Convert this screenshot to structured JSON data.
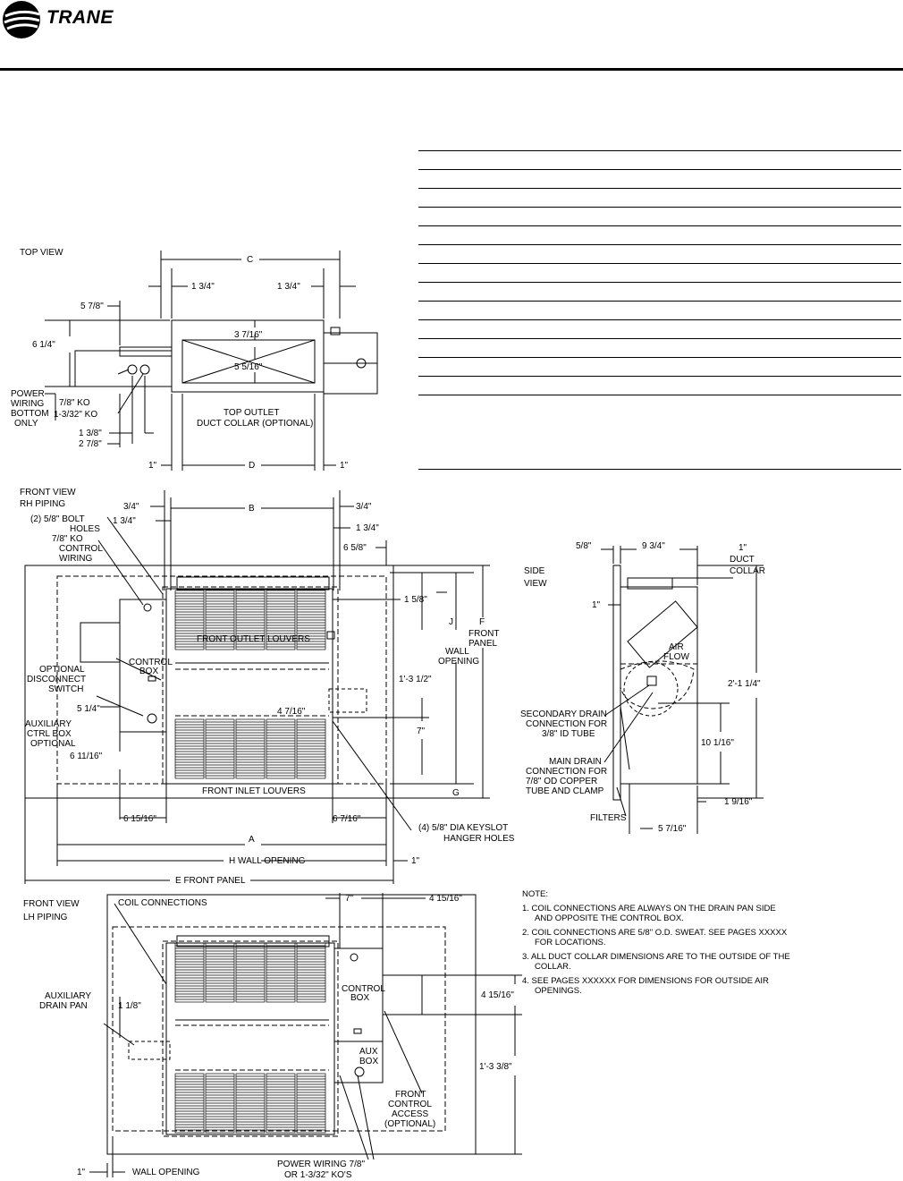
{
  "brand": {
    "name": "TRANE"
  },
  "table": {
    "row_lines": 13
  },
  "labels": {
    "top_view": "TOP VIEW",
    "front_view_rh": "FRONT VIEW",
    "rh_piping": "RH PIPING",
    "front_view_lh": "FRONT VIEW",
    "lh_piping": "LH PIPING",
    "side_view_1": "SIDE",
    "side_view_2": "VIEW",
    "power_wiring_1": "POWER",
    "power_wiring_2": "WIRING",
    "power_wiring_3": "BOTTOM",
    "power_wiring_4": "ONLY",
    "ko_78": "7/8\" KO",
    "ko_1332": "1-3/32\" KO",
    "top_outlet_1": "TOP OUTLET",
    "top_outlet_2": "DUCT COLLAR (OPTIONAL)",
    "bolt_holes_1": "(2) 5/8\" BOLT",
    "bolt_holes_2": "HOLES",
    "ko_control_1": "7/8\" KO",
    "ko_control_2": "CONTROL",
    "ko_control_3": "WIRING",
    "front_outlet_louvers": "FRONT OUTLET LOUVERS",
    "front_inlet_louvers": "FRONT INLET LOUVERS",
    "control_box_1": "CONTROL",
    "control_box_2": "BOX",
    "optional_disconnect_1": "OPTIONAL",
    "optional_disconnect_2": "DISCONNECT",
    "optional_disconnect_3": "SWITCH",
    "aux_ctrl_1": "AUXILIARY",
    "aux_ctrl_2": "CTRL BOX",
    "aux_ctrl_3": "OPTIONAL",
    "keyslot_1": "(4) 5/8\" DIA KEYSLOT",
    "keyslot_2": "HANGER HOLES",
    "j_wall_1": "J",
    "j_wall_2": "WALL",
    "j_wall_3": "OPENING",
    "f_front_1": "F",
    "f_front_2": "FRONT",
    "f_front_3": "PANEL",
    "h_wall_opening": "H WALL OPENING",
    "e_front_panel": "E FRONT PANEL",
    "duct_collar_1": "1\"",
    "duct_collar_2": "DUCT",
    "duct_collar_3": "COLLAR",
    "air_flow_1": "AIR",
    "air_flow_2": "FLOW",
    "secondary_drain_1": "SECONDARY DRAIN",
    "secondary_drain_2": "CONNECTION FOR",
    "secondary_drain_3": "3/8\" ID TUBE",
    "main_drain_1": "MAIN DRAIN",
    "main_drain_2": "CONNECTION FOR",
    "main_drain_3": "7/8\" OD COPPER",
    "main_drain_4": "TUBE AND CLAMP",
    "filters": "FILTERS",
    "coil_connections": "COIL CONNECTIONS",
    "aux_drain_1": "AUXILIARY",
    "aux_drain_2": "DRAIN PAN",
    "aux_box_1": "AUX",
    "aux_box_2": "BOX",
    "front_control_1": "FRONT",
    "front_control_2": "CONTROL",
    "front_control_3": "ACCESS",
    "front_control_4": "(OPTIONAL)",
    "power_wiring_ko_1": "POWER WIRING 7/8\"",
    "power_wiring_ko_2": "OR 1-3/32\" KO'S",
    "wall_opening": "WALL OPENING"
  },
  "dims": {
    "c": "C",
    "d": "D",
    "b": "B",
    "a": "A",
    "g": "G",
    "d_1_34_a": "1 3/4\"",
    "d_1_34_b": "1 3/4\"",
    "d_1_34_c": "1 3/4\"",
    "d_1_34_d": "1 3/4\"",
    "d_5_78": "5 7/8\"",
    "d_6_14": "6 1/4\"",
    "d_3_716": "3 7/16\"",
    "d_5_516": "5 5/16\"",
    "d_1_38": "1 3/8\"",
    "d_2_78": "2 7/8\"",
    "d_1in_a": "1\"",
    "d_1in_b": "1\"",
    "d_34_a": "3/4\"",
    "d_34_b": "3/4\"",
    "d_6_58": "6 5/8\"",
    "d_1_58": "1 5/8\"",
    "d_1_3_12": "1'-3 1/2\"",
    "d_4_716": "4 7/16\"",
    "d_7in_a": "7\"",
    "d_5_14": "5 1/4\"",
    "d_6_1116": "6 11/16\"",
    "d_6_1516": "6 15/16\"",
    "d_6_716": "6 7/16\"",
    "d_1in_c": "1\"",
    "d_58": "5/8\"",
    "d_9_34": "9 3/4\"",
    "d_1in_d": "1\"",
    "d_2_1_14": "2'-1 1/4\"",
    "d_10_116": "10 1/16\"",
    "d_1_916": "1 9/16\"",
    "d_5_716": "5 7/16\"",
    "d_7in_b": "7\"",
    "d_4_1516_a": "4 15/16\"",
    "d_1_18": "1 1/8\"",
    "d_4_1516_b": "4 15/16\"",
    "d_1_3_38": "1'-3 3/8\"",
    "d_1in_e": "1\""
  },
  "notes": {
    "title": "NOTE:",
    "items": [
      "1. COIL CONNECTIONS ARE ALWAYS ON THE DRAIN PAN SIDE AND OPPOSITE THE CONTROL BOX.",
      "2. COIL CONNECTIONS ARE 5/8\" O.D. SWEAT. SEE PAGES XXXXX FOR LOCATIONS.",
      "3. ALL DUCT COLLAR DIMENSIONS ARE TO THE OUTSIDE OF THE COLLAR.",
      "4. SEE PAGES XXXXXX FOR DIMENSIONS FOR OUTSIDE AIR OPENINGS."
    ]
  }
}
